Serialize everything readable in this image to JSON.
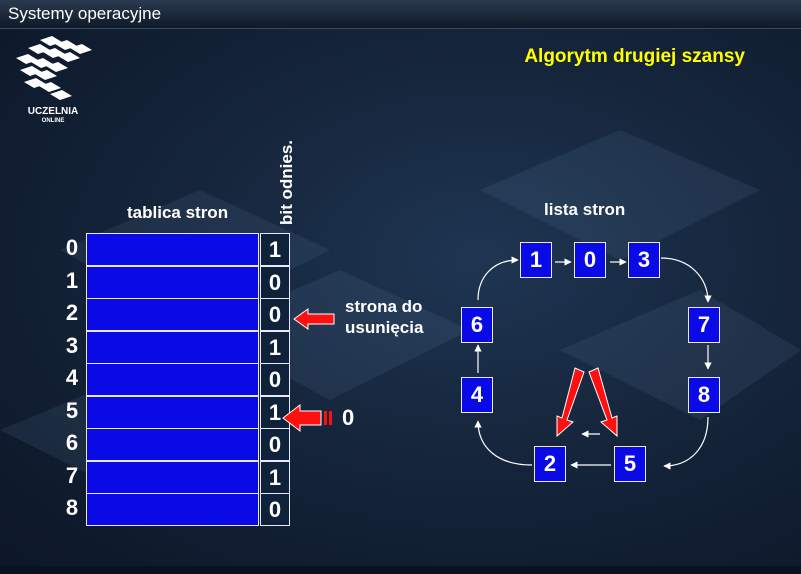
{
  "header": {
    "course": "Systemy operacyjne",
    "title": "Algorytm drugiej szansy"
  },
  "logo": {
    "line1": "UCZELNIA",
    "line2": "ONLINE"
  },
  "table": {
    "label": "tablica stron",
    "bit_label": "bit odnies.",
    "rows": [
      {
        "index": "0",
        "bit": "1"
      },
      {
        "index": "1",
        "bit": "0"
      },
      {
        "index": "2",
        "bit": "0"
      },
      {
        "index": "3",
        "bit": "1"
      },
      {
        "index": "4",
        "bit": "0"
      },
      {
        "index": "5",
        "bit": "1"
      },
      {
        "index": "6",
        "bit": "0"
      },
      {
        "index": "7",
        "bit": "1"
      },
      {
        "index": "8",
        "bit": "0"
      }
    ]
  },
  "annotations": {
    "victim_line1": "strona do",
    "victim_line2": "usunięcia",
    "reset_value": "0"
  },
  "list": {
    "label": "lista stron",
    "nodes": [
      "1",
      "0",
      "3",
      "7",
      "8",
      "5",
      "2",
      "4",
      "6"
    ]
  },
  "colors": {
    "page_box": "#0a0ae6",
    "arrow": "#ff0000",
    "title": "#ffff00"
  }
}
